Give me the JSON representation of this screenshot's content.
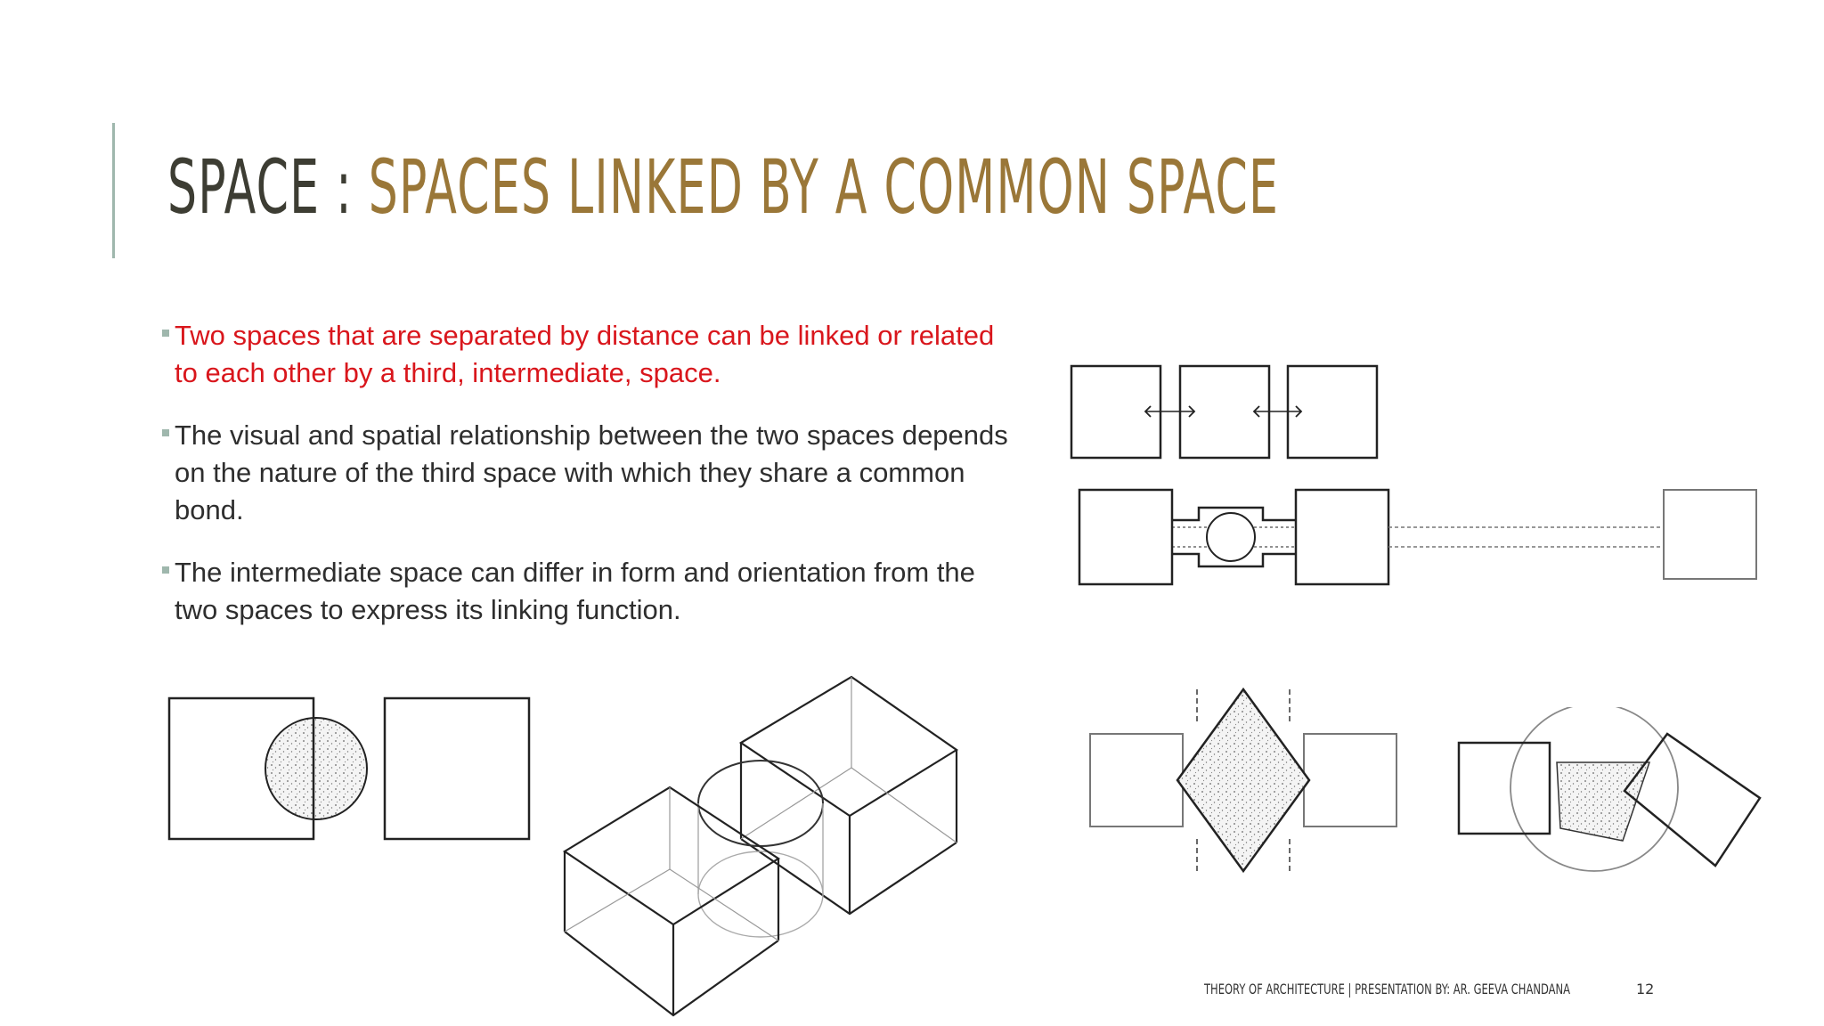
{
  "slide": {
    "title_main": "SPACE",
    "title_separator": " : ",
    "title_sub": "SPACES LINKED BY A COMMON SPACE",
    "bullets": [
      "Two spaces that are separated by distance can be linked or related to each other by a third, intermediate, space.",
      "The visual and spatial relationship between the two spaces depends on the nature of the third space with which they share a common bond.",
      "The intermediate space can differ in form and orientation from the two spaces to express its linking function."
    ],
    "footer": "THEORY OF ARCHITECTURE | PRESENTATION BY: AR. GEEVA CHANDANA",
    "page_number": "12"
  },
  "colors": {
    "title_main": "#3d3d33",
    "title_sub": "#9a7738",
    "accent_bar": "#9fb7ad",
    "bullet_highlight": "#d9161c",
    "body_text": "#2e2e2e"
  },
  "figures": [
    "figure-three-squares-arrows",
    "figure-squares-linked-by-corridor",
    "figure-squares-with-circle",
    "figure-isometric-cubes-cylinder",
    "figure-squares-with-diamond",
    "figure-rotated-squares-circle"
  ]
}
